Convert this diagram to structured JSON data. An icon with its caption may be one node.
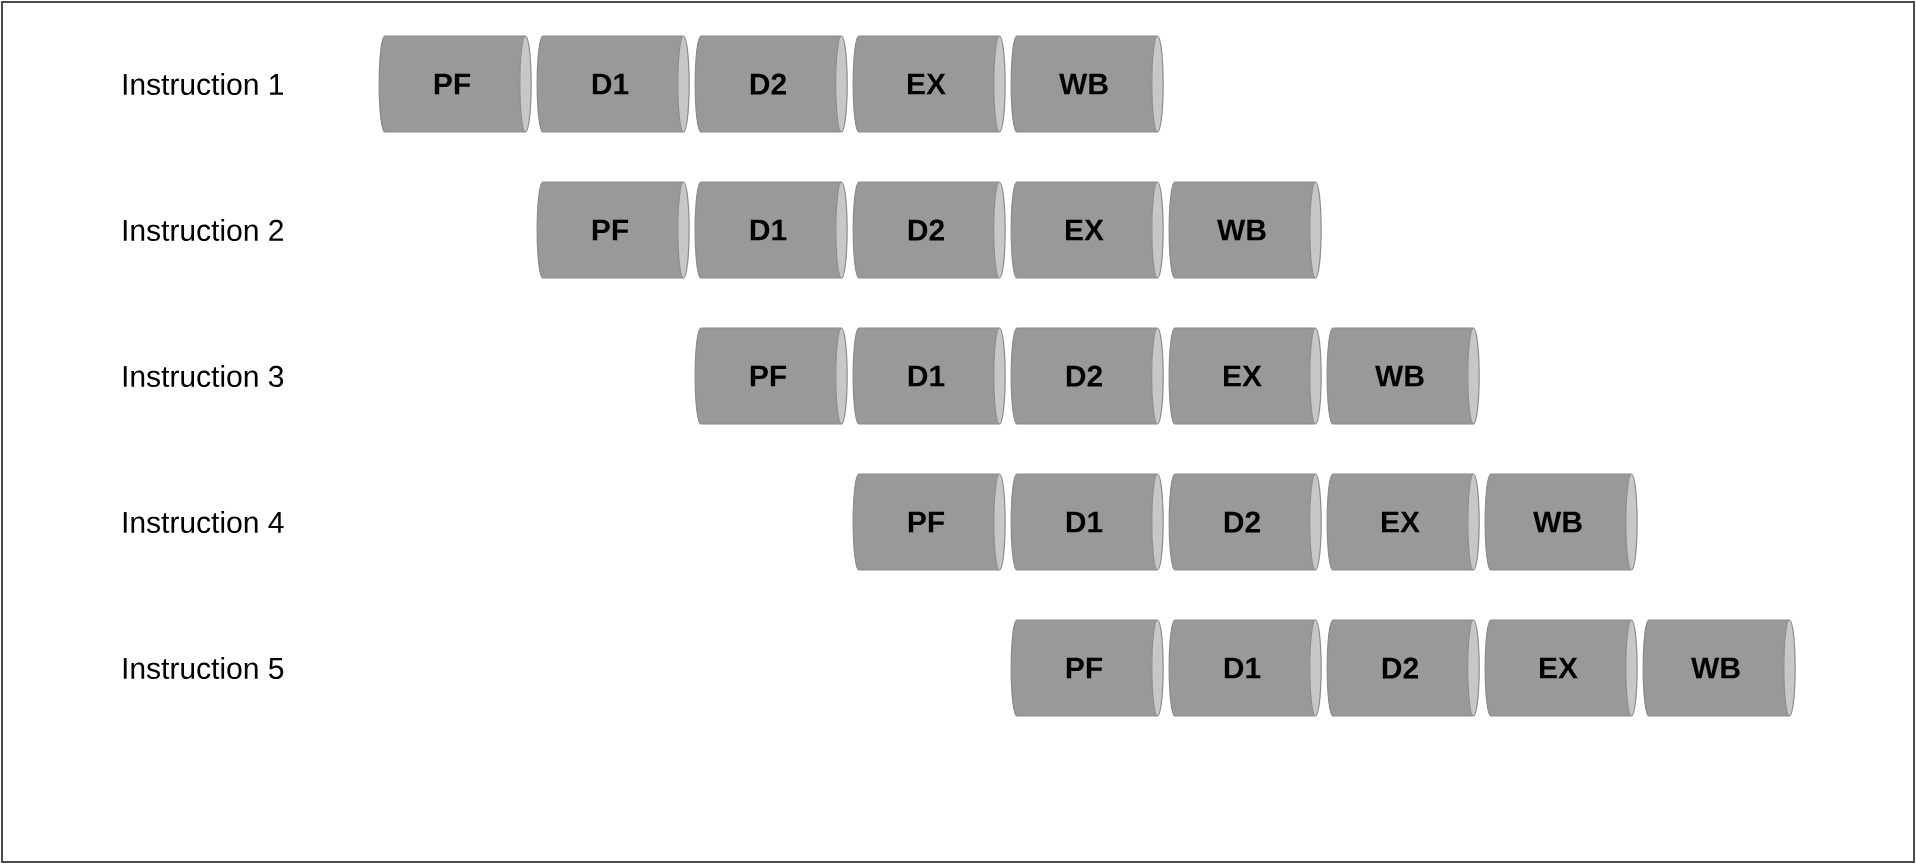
{
  "diagram": {
    "nodes": [
      {
        "text": [
          "PF"
        ]
      },
      {
        "text": [
          "D1"
        ]
      },
      {
        "text": [
          "D2"
        ]
      },
      {
        "text": [
          "EX"
        ]
      },
      {
        "text": [
          "WB"
        ]
      },
      {
        "text": [
          "PF"
        ]
      },
      {
        "text": [
          "D1"
        ]
      },
      {
        "text": [
          "D2"
        ]
      },
      {
        "text": [
          "EX"
        ]
      },
      {
        "text": [
          "WB"
        ]
      },
      {
        "text": [
          "PF"
        ]
      },
      {
        "text": [
          "D1"
        ]
      },
      {
        "text": [
          "D2"
        ]
      },
      {
        "text": [
          "EX"
        ]
      },
      {
        "text": [
          "WB"
        ]
      },
      {
        "text": [
          "PF"
        ]
      },
      {
        "text": [
          "D1"
        ]
      },
      {
        "text": [
          "D2"
        ]
      },
      {
        "text": [
          "EX"
        ]
      },
      {
        "text": [
          "WB"
        ]
      },
      {
        "text": [
          "PF"
        ]
      },
      {
        "text": [
          "D1"
        ]
      },
      {
        "text": [
          "D2"
        ]
      },
      {
        "text": [
          "EX"
        ]
      },
      {
        "text": [
          "WB"
        ]
      }
    ],
    "labels": [
      "Instruction 1",
      "Instruction 2",
      "Instruction 3",
      "Instruction 4",
      "Instruction 5"
    ]
  }
}
